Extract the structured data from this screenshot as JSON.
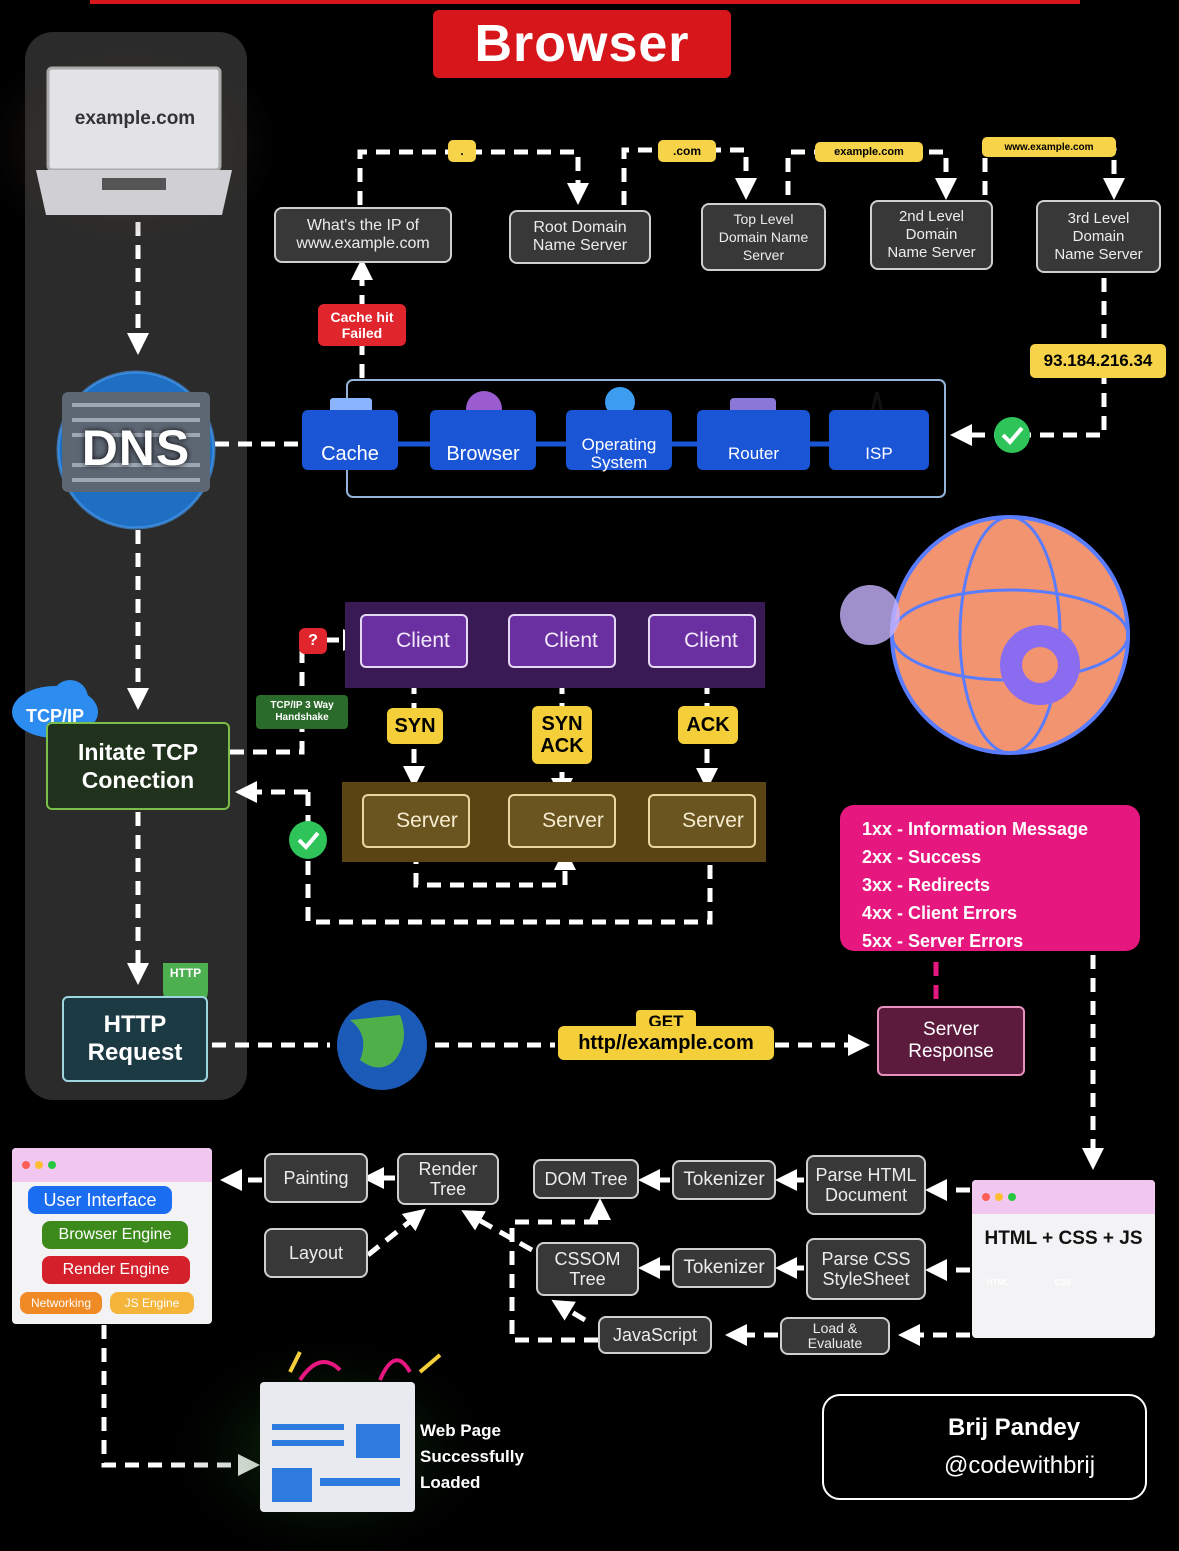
{
  "title": "Browser",
  "laptop": {
    "url": "example.com"
  },
  "dns": {
    "label": "DNS"
  },
  "dns_query": {
    "question": "What's the IP of\nwww.example.com",
    "root": "Root Domain\nName Server",
    "tld": "Top Level\nDomain Name\nServer",
    "second": "2nd Level\nDomain\nName Server",
    "third": "3rd Level\nDomain\nName Server",
    "tag_root": ".",
    "tag_com": ".com",
    "tag_example": "example.com",
    "tag_www": "www.example.com",
    "cache_fail": "Cache hit\nFailed",
    "ip": "93.184.216.34"
  },
  "cache_layers": [
    "Cache",
    "Browser",
    "Operating\nSystem",
    "Router",
    "ISP"
  ],
  "tcp": {
    "cloud_label": "TCP/IP",
    "initiate": "Initate TCP\nConection",
    "handshake_label": "TCP/IP 3 Way\nHandshake",
    "question": "?",
    "clients": [
      "Client",
      "Client",
      "Client"
    ],
    "messages": [
      "SYN",
      "SYN\nACK",
      "ACK"
    ],
    "servers": [
      "Server",
      "Server",
      "Server"
    ]
  },
  "http": {
    "shield_label": "HTTP",
    "request": "HTTP\nRequest",
    "get_method": "GET",
    "get_url": "http//example.com",
    "server_response": "Server\nResponse"
  },
  "status_codes": [
    "1xx - Information Message",
    "2xx - Success",
    "3xx - Redirects",
    "4xx - Client Errors",
    "5xx - Server Errors"
  ],
  "render": {
    "resources": "HTML + CSS + JS",
    "file_html": "HTML",
    "file_css": "CSS",
    "parse_html": "Parse HTML\nDocument",
    "parse_css": "Parse CSS\nStyleSheet",
    "load_eval": "Load &\nEvaluate",
    "tokenizer1": "Tokenizer",
    "tokenizer2": "Tokenizer",
    "dom_tree": "DOM Tree",
    "cssom_tree": "CSSOM\nTree",
    "javascript": "JavaScript",
    "render_tree": "Render\nTree",
    "layout": "Layout",
    "painting": "Painting"
  },
  "browser_components": {
    "ui": "User Interface",
    "browser_engine": "Browser Engine",
    "render_engine": "Render Engine",
    "networking": "Networking",
    "js_engine": "JS Engine"
  },
  "loaded": "Web Page\nSuccessfully\nLoaded",
  "author": {
    "name": "Brij Pandey",
    "handle": "@codewithbrij"
  },
  "colors": {
    "accent_red": "#d7161b",
    "yellow": "#f5cf3a",
    "blue": "#1a55d6",
    "pink": "#e6177e",
    "purple": "#6a2fa0",
    "green_check": "#2ec45a"
  }
}
